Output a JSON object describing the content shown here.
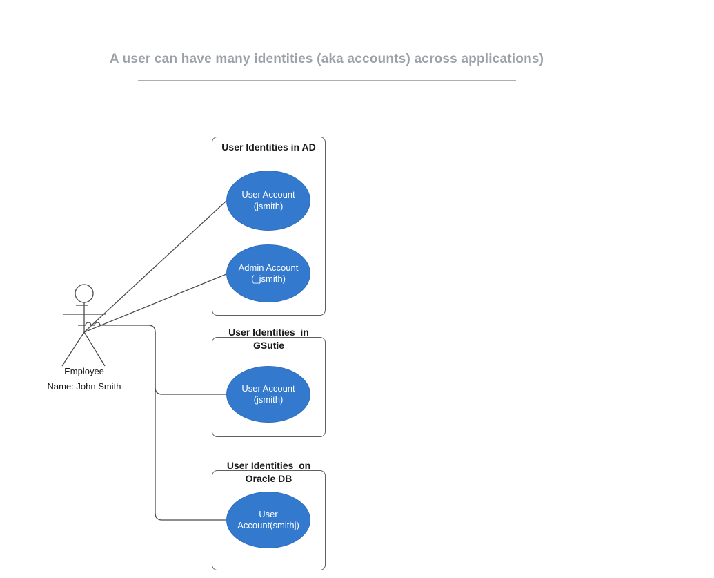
{
  "diagram": {
    "title": "A user can have many identities (aka accounts) across applications)"
  },
  "actor": {
    "label": "Employee",
    "name": "Name: John Smith"
  },
  "groups": [
    {
      "title": "User Identities in AD",
      "accounts": [
        {
          "label": "User Account\n(jsmith)"
        },
        {
          "label": "Admin Account\n(_jsmith)"
        }
      ]
    },
    {
      "title": "User Identities  in\nGSutie",
      "accounts": [
        {
          "label": "User Account\n(jsmith)"
        }
      ]
    },
    {
      "title": "User Identities  on\nOracle DB",
      "accounts": [
        {
          "label": "User\nAccount(smithj)"
        }
      ]
    }
  ],
  "colors": {
    "accent_blue": "#3379CD",
    "accent_blue_border": "#2E6DBE",
    "title_gray": "#9BA1A8",
    "underline_gray": "#A9AFB5",
    "line_gray": "#4A4A4A",
    "box_border_gray": "#5F5F5F",
    "text_black": "#1A1A1A",
    "ellipse_text": "#FFFFFF"
  }
}
